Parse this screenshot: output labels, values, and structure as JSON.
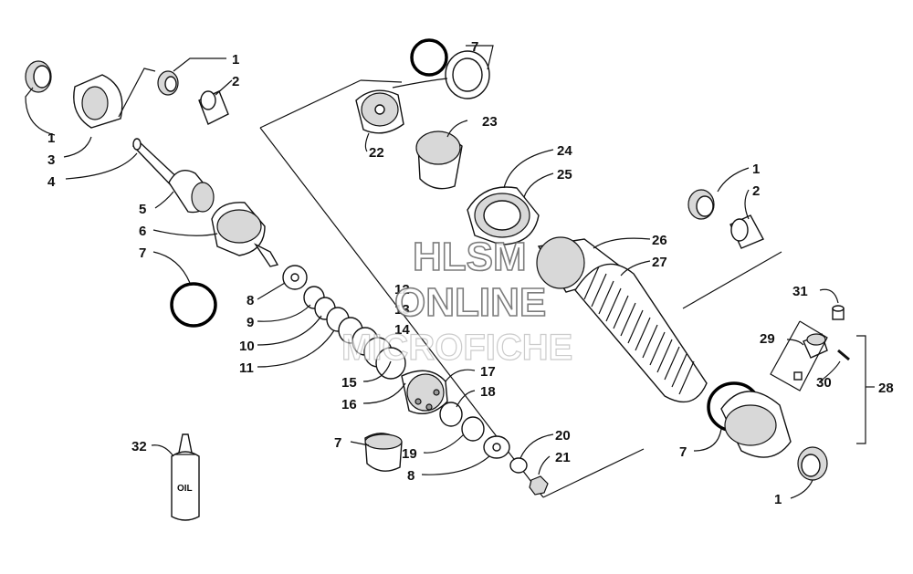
{
  "watermark": {
    "line1": "HLSM",
    "line2": "ONLINE",
    "line3": "MICROFICHE"
  },
  "bottle_label": "OIL",
  "callouts": [
    {
      "id": "c-1a",
      "text": "1"
    },
    {
      "id": "c-2a",
      "text": "2"
    },
    {
      "id": "c-1b",
      "text": "1"
    },
    {
      "id": "c-3",
      "text": "3"
    },
    {
      "id": "c-4",
      "text": "4"
    },
    {
      "id": "c-5",
      "text": "5"
    },
    {
      "id": "c-6",
      "text": "6"
    },
    {
      "id": "c-7a",
      "text": "7"
    },
    {
      "id": "c-8a",
      "text": "8"
    },
    {
      "id": "c-9",
      "text": "9"
    },
    {
      "id": "c-10",
      "text": "10"
    },
    {
      "id": "c-11",
      "text": "11"
    },
    {
      "id": "c-12",
      "text": "12"
    },
    {
      "id": "c-13",
      "text": "13"
    },
    {
      "id": "c-14",
      "text": "14"
    },
    {
      "id": "c-15",
      "text": "15"
    },
    {
      "id": "c-16",
      "text": "16"
    },
    {
      "id": "c-17",
      "text": "17"
    },
    {
      "id": "c-18",
      "text": "18"
    },
    {
      "id": "c-7b",
      "text": "7"
    },
    {
      "id": "c-19",
      "text": "19"
    },
    {
      "id": "c-8b",
      "text": "8"
    },
    {
      "id": "c-20",
      "text": "20"
    },
    {
      "id": "c-21",
      "text": "21"
    },
    {
      "id": "c-7c",
      "text": "7"
    },
    {
      "id": "c-22",
      "text": "22"
    },
    {
      "id": "c-23",
      "text": "23"
    },
    {
      "id": "c-24",
      "text": "24"
    },
    {
      "id": "c-25",
      "text": "25"
    },
    {
      "id": "c-26",
      "text": "26"
    },
    {
      "id": "c-27",
      "text": "27"
    },
    {
      "id": "c-1c",
      "text": "1"
    },
    {
      "id": "c-2b",
      "text": "2"
    },
    {
      "id": "c-31",
      "text": "31"
    },
    {
      "id": "c-29",
      "text": "29"
    },
    {
      "id": "c-30",
      "text": "30"
    },
    {
      "id": "c-28",
      "text": "28"
    },
    {
      "id": "c-7d",
      "text": "7"
    },
    {
      "id": "c-1d",
      "text": "1"
    },
    {
      "id": "c-32",
      "text": "32"
    }
  ]
}
